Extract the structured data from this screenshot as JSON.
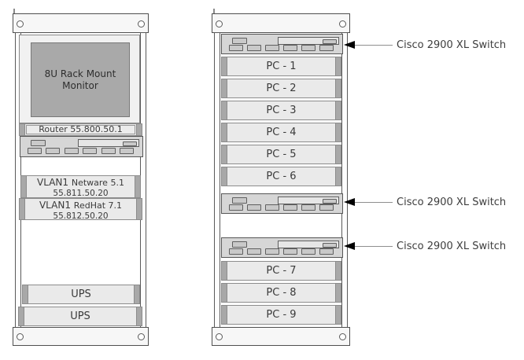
{
  "diagram": {
    "left_rack": {
      "monitor": {
        "line1": "8U Rack Mount",
        "line2": "Monitor"
      },
      "router": {
        "label": "Router 55.800.50.1"
      },
      "servers": [
        {
          "title": "VLAN1",
          "subtitle": "Netware 5.1",
          "ip": "55.811.50.20"
        },
        {
          "title": "VLAN1",
          "subtitle": "RedHat 7.1",
          "ip": "55.812.50.20"
        }
      ],
      "ups": [
        {
          "label": "UPS"
        },
        {
          "label": "UPS"
        }
      ]
    },
    "right_rack": {
      "pcs": [
        {
          "label": "PC - 1"
        },
        {
          "label": "PC - 2"
        },
        {
          "label": "PC - 3"
        },
        {
          "label": "PC - 4"
        },
        {
          "label": "PC - 5"
        },
        {
          "label": "PC - 6"
        },
        {
          "label": "PC - 7"
        },
        {
          "label": "PC - 8"
        },
        {
          "label": "PC - 9"
        }
      ]
    },
    "annotations": [
      {
        "label": "Cisco 2900 XL Switch"
      },
      {
        "label": "Cisco 2900 XL Switch"
      },
      {
        "label": "Cisco 2900 XL Switch"
      }
    ],
    "colors": {
      "background": "#ffffff",
      "rack_fill": "#f7f7f7",
      "rack_border": "#4f4f4f",
      "device_fill": "#eaeaea",
      "device_rail": "#a8a8a8",
      "switch_panel": "#d6d6d6",
      "port_fill": "#c9c9c9",
      "monitor_screen": "#a9a9a9",
      "monitor_bezel": "#f1f1f1",
      "text": "#3a3a3a",
      "arrow_line": "#8f8f8f",
      "arrow_head": "#000000"
    }
  }
}
